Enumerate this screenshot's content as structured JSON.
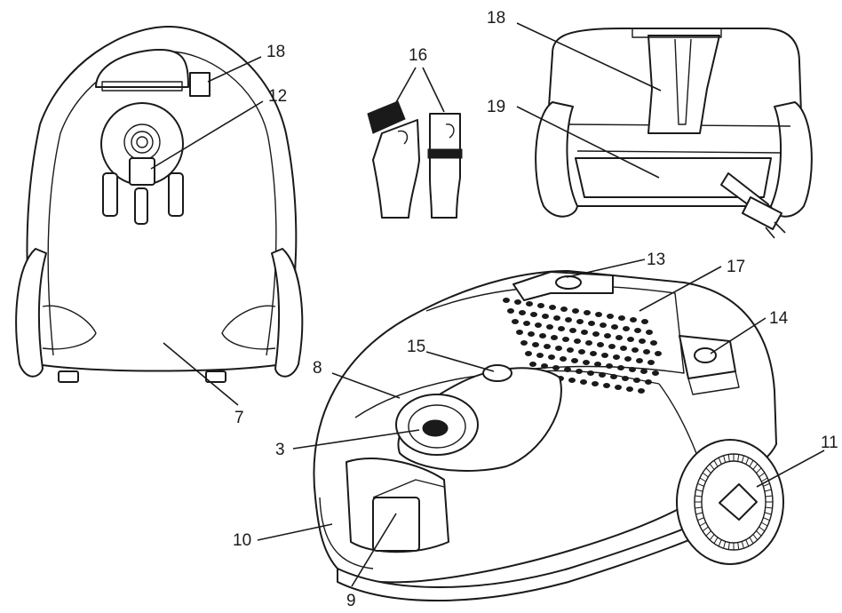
{
  "labels": {
    "l18a": "18",
    "l12": "12",
    "l7": "7",
    "l16": "16",
    "l18b": "18",
    "l19": "19",
    "l13": "13",
    "l17": "17",
    "l14": "14",
    "l15": "15",
    "l8": "8",
    "l3": "3",
    "l11": "11",
    "l10": "10",
    "l9": "9"
  }
}
